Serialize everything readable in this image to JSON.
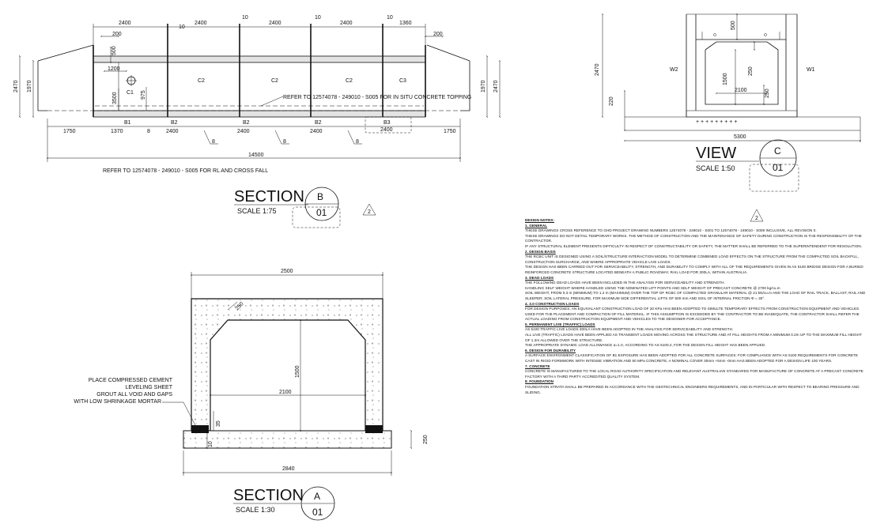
{
  "section_b": {
    "top_dims": [
      "2400",
      "10",
      "2400",
      "2400",
      "10",
      "2400",
      "10",
      "1360",
      "10"
    ],
    "dim_200_top": "200",
    "dim_200_right": "200",
    "dim_500": "500",
    "dim_1200": "1200",
    "dim_975": "975",
    "dim_3500": "3500",
    "dim_2470": "2470",
    "dim_1970_left": "1970",
    "dim_1970_right": "1970",
    "dim_2470_right": "2470",
    "units": [
      "C1",
      "C2",
      "C2",
      "C2",
      "C3"
    ],
    "bases": [
      "B1",
      "B2",
      "B2",
      "B2",
      "B3"
    ],
    "bottom_dims": [
      "1750",
      "1370",
      "8",
      "2400",
      "2400",
      "2400",
      "1750"
    ],
    "dim_b3": "2400",
    "tags_8": [
      "8",
      "8",
      "8"
    ],
    "total": "14500",
    "refer_topping": "REFER TO 12574078 - 249010 - S005 FOR IN SITU CONCRETE TOPPING",
    "refer_rl": "REFER TO 12574078 - 249010 - S005 FOR RL AND CROSS FALL",
    "title": "SECTION",
    "letter": "B",
    "sheet": "01",
    "scale": "SCALE  1:75",
    "rev": "2"
  },
  "view_c": {
    "w2": "W2",
    "w1": "W1",
    "dim_2470": "2470",
    "dim_500": "500",
    "dim_1500": "1500",
    "dim_250a": "250",
    "dim_250b": "250",
    "dim_2100": "2100",
    "dim_220": "220",
    "dim_5300": "5300",
    "title": "VIEW",
    "letter": "C",
    "sheet": "01",
    "scale": "SCALE  1:50"
  },
  "section_a": {
    "dim_2500": "2500",
    "dim_250_haunch": "250",
    "dim_1500": "1500",
    "dim_2100": "2100",
    "dim_35": "35",
    "dim_10": "10",
    "dim_250_base": "250",
    "dim_2840": "2840",
    "note": [
      "PLACE COMPRESSED CEMENT",
      "LEVELING SHEET",
      "GROUT ALL VOID AND GAPS",
      "WITH LOW SHRINKAGE MORTAR"
    ],
    "title": "SECTION",
    "letter": "A",
    "sheet": "01",
    "scale": "SCALE  1:30"
  },
  "rev_notes": "2",
  "design_notes": {
    "title": "DESIGN NOTES:",
    "sections": [
      {
        "heading": "1.  GENERAL",
        "paras": [
          "THESE DRAWINGS CROSS REFERENCE TO GHD PROJECT DRAWING NUMBERS 12574078 - 249010 - S001 TO 12574078 - 249010 - S009 INCLUSIVE, ALL REVISION 0.",
          "THESE DRAWINGS DO NOT DETAIL TEMPORARY WORKS. THE METHOD OF CONSTRUCTION AND THE MAINTENANCE OF SAFETY DURING CONSTRUCTION IS THE RESPONSIBILITY OF THE CONTRACTOR.",
          "IF ANY STRUCTURAL ELEMENT PRESENTS DIFFICULTY IN RESPECT OF CONSTRUCTABILITY OR SAFETY, THE MATTER SHALL BE REFERRED TO THE SUPERINTENDENT FOR RESOLUTION."
        ]
      },
      {
        "heading": "2.  DESIGN BASIS",
        "paras": [
          "THE RCBC UNIT IS DESIGNED USING A SOIL/STRUCTURE INTERACTION MODEL TO DETERMINE COMBINED LOAD EFFECTS ON THE STRUCTURE FROM THE COMPACTED SOIL BACKFILL, CONSTRUCTION SURCHARGE, AND WHERE APPROPRIATE VEHICLE LIVE LOADS.",
          "THE DESIGN HAS BEEN CARRIED OUT FOR SERVICEABILITY, STRENGTH, AND DURABILITY TO COMPLY WITH ALL OF THE REQUIREMENTS GIVEN IN AS 5100 BRIDGE DESIGN FOR A BURIED REINFORCED CONCRETE STRUCTURE LOCATED BENEATH A PUBLIC ROADWAY, RAIL LOAD FOR 300LA, WITHIN AUSTRALIA."
        ]
      },
      {
        "heading": "3.  DEAD LOADS",
        "paras": [
          "THE FOLLOWING DEAD LOADS HAVE BEEN INCLUDED IN THE ANALYSIS FOR SERVICEABILITY AND STRENGTH.",
          "HANDLING SELF WEIGHT WHERE HANDLED USING THE NOMINATED LIFT POINTS AND SELF WEIGHT OF PRECAST CONCRETE @ 2700 kg/cu.m",
          "SOIL WEIGHT, FROM 0.3 m (MINIMUM) TO 1.2 m (MAXIMUM) OVER THE TOP OF RCBC OF COMPACTED GRANULAR MATERIAL @ 21 kN/cu.m AND THE LOAD OF RAIL TRACK, BALLAST, RAIL AND SLEEPER; SOIL LATERAL PRESSURE, FOR MAXIMUM SIDE DIFFERENTIAL LIFTS OF 600 mm AND SOIL OF INTERNAL FRICTION Φ = 30°."
        ]
      },
      {
        "heading": "4.  3.0    CONSTRUCTION LOADS",
        "paras": [
          "FOR DESIGN PURPOSES, AN EQUIVALANT CONSTRUCTION LOAD OF 20 KPa HAS BEEN ADOPTED TO SIMULTE TEMPORARY EFFECTS FROM CONSTRUCTION EQUIPMENT AND VEHICLES USED FOR THE PLACEMENT AND COMPACTION OF FILL MATERIAL. IF THIS ASSUMPTION IS EXCEEDED BY THE CONTRACTOR TO BE INADEQUATE, THE CONTRACTOR SHALL REFER THE ACTUAL LOADING FROM CONSTRUCTION EQUIPMENT AND VEHICLES TO THE DESIGNER FOR ACCEPTANCE."
        ]
      },
      {
        "heading": "5.  PERMANENT LIVE (TRAFFIC) LOADS",
        "paras": [
          "AS 5100 TRAFFIC LIVE LOADS 300LA HAVE BEEN ADOPTED IN THE ANALYSIS FOR SERVICEABILITY AND STRENGTH.",
          "ALL LIVE (TRAFFIC) LOADS HAVE BEEN APPLIED AS TRANSIENT LOADS MOVING ACROSS THE STRUCTURE AND  AT FILL HEIGHTS FROM A MINIMUM 0.2m UP TO THE MAXIMUM FILL HEIGHT OF 1.2m ALLOWED OVER THE STRUCTURE.",
          "THE APPROPRIATE DYNAMIC LOAD ALLOWANCE α=1.0, ACCORDING TO AS 5100.2, FOR THE DESIGN FILL HEIGHT HAS BEEN APPLIED."
        ]
      },
      {
        "heading": "6.  DESIGN FOR DURABILITY",
        "paras": [
          "A SURFACE ENVIRONMENT CLASSIFICATION OF B1 EXPOSURE HAS BEEN ADOPTED FOR ALL CONCRETE SURFACES: FOR COMPLIANCE WITH AS 5100 REQUIREMENTS FOR CONCRETE CAST IN RIGID FORMWORK WITH INTENSE VIBRATION AND 50 MPa CONCRETE, A NOMINAL COVER 30mm +5mm -0mm HAS BEEN ADOPTED FOR A DESIGN LIFE 100 YEARS."
        ]
      },
      {
        "heading": "7.  CONCRETE",
        "paras": [
          "CONCRETE IS MANUFACTURED TO THE LOCAL ROAD AUTHORITY SPECIFICATION AND RELEVANT AUSTRALIAN STANDARDS FOR MANUFACTURE OF CONCRETE AT A PRECAST CONCRETE FACTORY WITH A THIRD PARTY ACCREDITED QUALITY SYSTEM."
        ]
      },
      {
        "heading": "8.  FOUNDATION",
        "paras": [
          "FOUNDATION STRATA SHALL BE PREPARED IN ACCORDANCE WITH THE GEOTECHNICAL ENGINEERS REQUIREMENTS, AND IN PARTICULAR WITH RESPECT TO BEARING PRESSURE AND SLIDING."
        ]
      }
    ]
  }
}
